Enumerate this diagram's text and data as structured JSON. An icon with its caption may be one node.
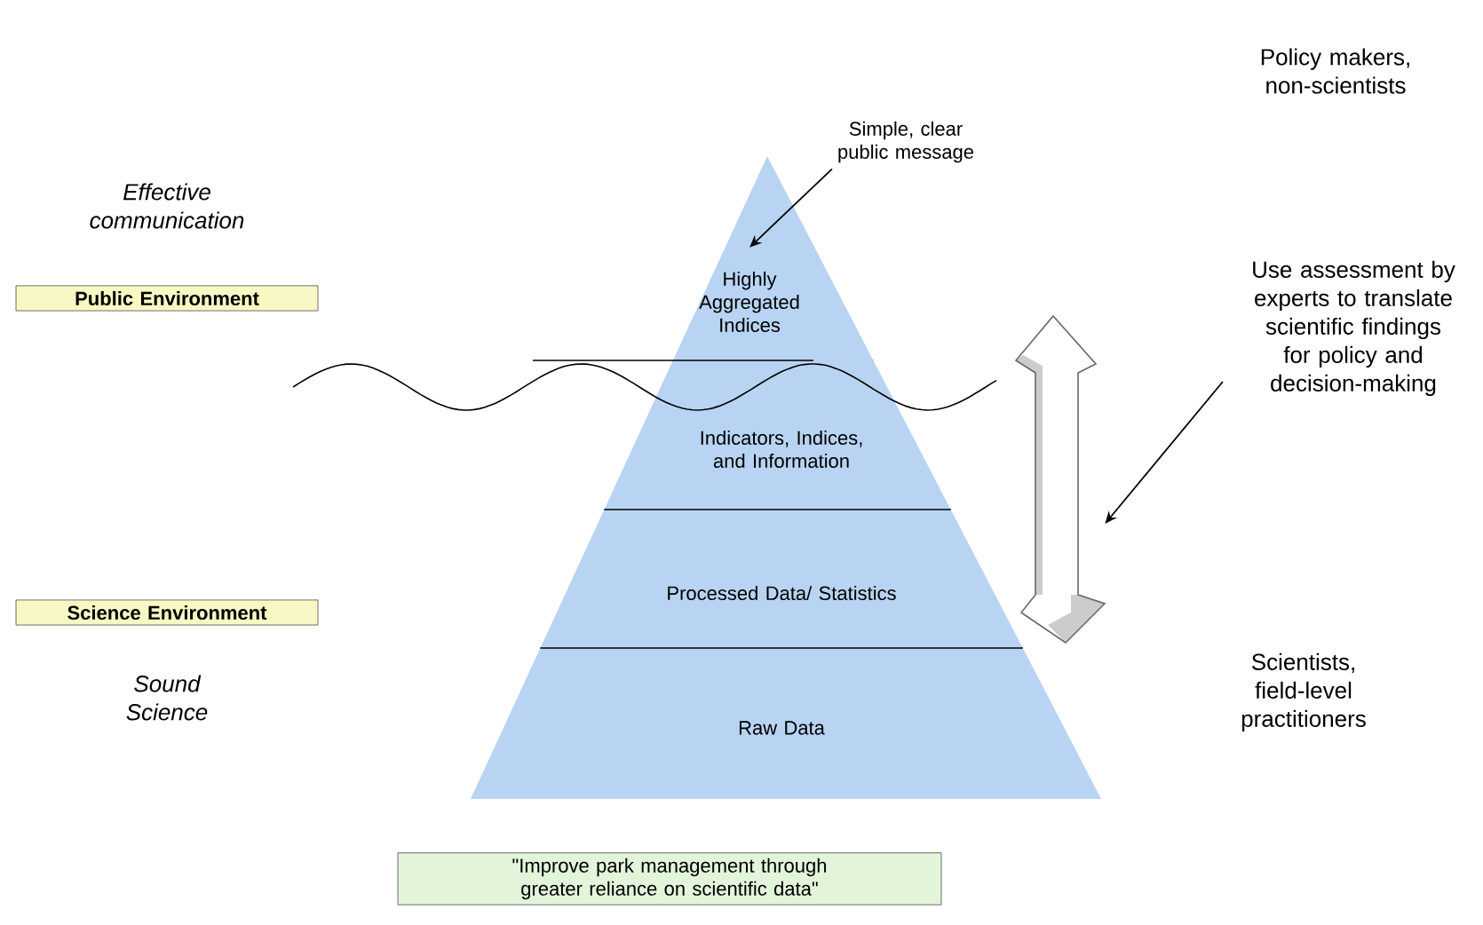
{
  "diagram": {
    "nodes": [
      {
        "text": [
          "Highly Aggregated Indices"
        ]
      },
      {
        "text": [
          "Indicators, Indices, and Information"
        ]
      },
      {
        "text": [
          "Processed Data/ Statistics"
        ]
      },
      {
        "text": [
          "Raw Data"
        ]
      },
      {
        "text": [
          "Public Environment"
        ]
      },
      {
        "text": [
          "Science Environment"
        ]
      },
      {
        "text": [
          "\"Improve park management through greater reliance on scientific data\""
        ]
      },
      {
        "text": [
          "Simple, clear public message"
        ]
      },
      {
        "text": [
          "Use assessment by experts to translate scientific findings for policy and decision-making"
        ]
      },
      {
        "text": [],
        "shape": "arrow"
      }
    ],
    "edges": [
      {
        "from": 7,
        "to": 0,
        "arrow": "to"
      },
      {
        "from": 8,
        "to": 9,
        "arrow": "to"
      }
    ],
    "labels": [
      "Policy makers, non-scientists",
      "Effective communication",
      "Sound Science",
      "Scientists, field-level practitioners"
    ]
  }
}
